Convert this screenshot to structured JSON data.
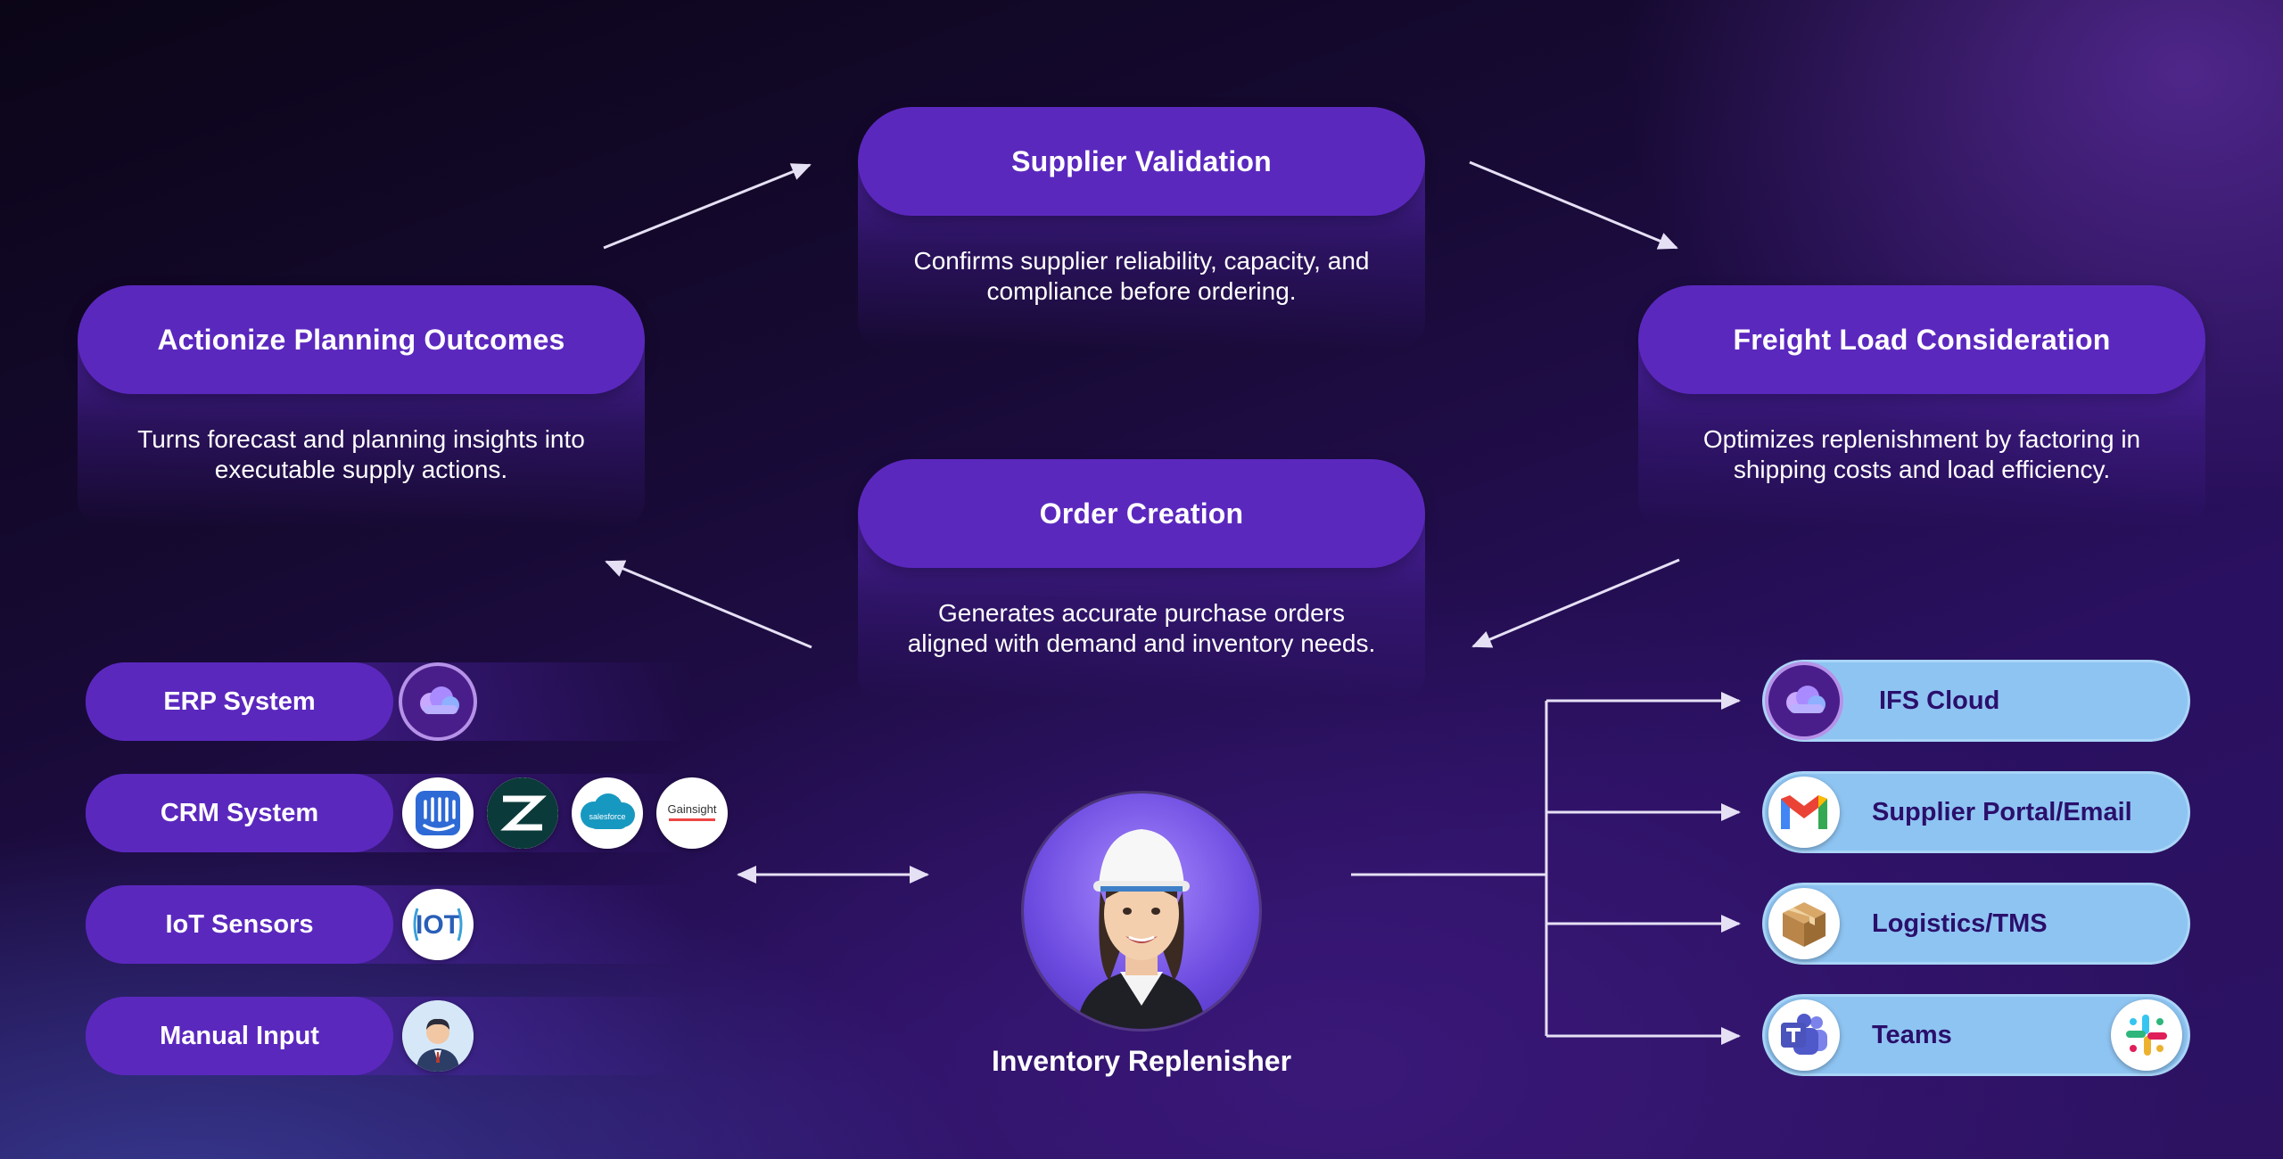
{
  "cards": {
    "supplier_validation": {
      "title": "Supplier Validation",
      "desc_line1": "Confirms supplier reliability, capacity, and",
      "desc_line2": "compliance before ordering."
    },
    "actionize": {
      "title": "Actionize Planning Outcomes",
      "desc_line1": "Turns forecast and planning insights into",
      "desc_line2": "executable supply actions."
    },
    "freight": {
      "title": "Freight Load Consideration",
      "desc_line1": "Optimizes replenishment by factoring in",
      "desc_line2": "shipping costs and load efficiency."
    },
    "order_creation": {
      "title": "Order Creation",
      "desc_line1": "Generates accurate purchase orders",
      "desc_line2": "aligned with demand and inventory needs."
    }
  },
  "sources": {
    "erp": "ERP System",
    "crm": "CRM System",
    "iot": "IoT Sensors",
    "manual": "Manual Input"
  },
  "logos": {
    "salesforce": "salesforce",
    "gainsight": "Gainsight",
    "iot": "IOT"
  },
  "destinations": {
    "ifs": "IFS Cloud",
    "supplier_portal": "Supplier Portal/Email",
    "logistics": "Logistics/TMS",
    "teams": "Teams"
  },
  "persona": {
    "label": "Inventory Replenisher"
  },
  "colors": {
    "pill_purple": "#5b28be",
    "dest_blue": "#8ec4f2",
    "dest_text": "#2a0f6b",
    "arrow": "#e6e0f5"
  }
}
